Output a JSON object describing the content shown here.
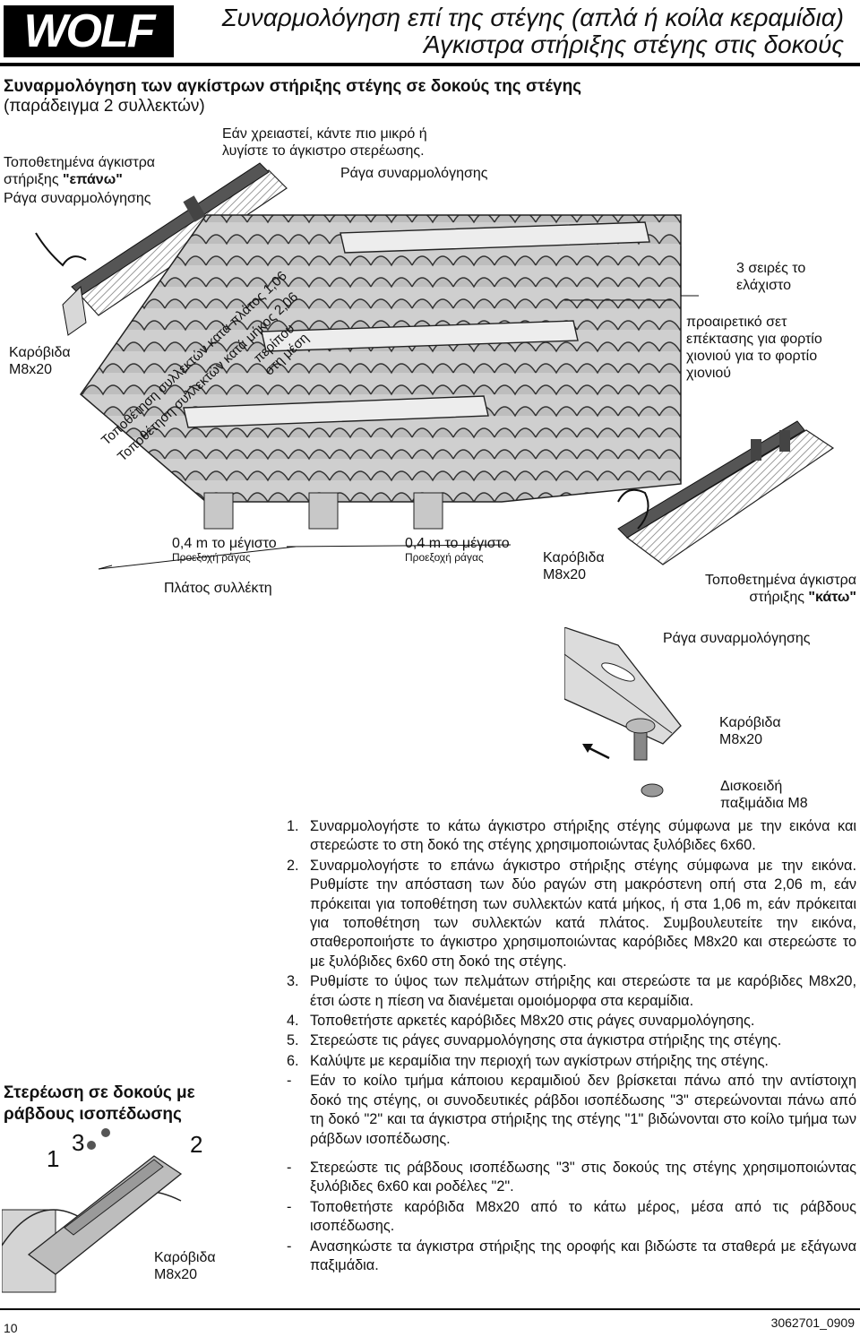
{
  "header": {
    "logo_text": "WOLF",
    "title_line1": "Συναρμολόγηση επί της στέγης (απλά ή κοίλα κεραμίδια)",
    "title_line2": "Άγκιστρα στήριξης στέγης στις δοκούς"
  },
  "section": {
    "heading": "Συναρμολόγηση των αγκίστρων στήριξης στέγης σε δοκούς της στέγης",
    "subheading": "(παράδειγμα 2 συλλεκτών)"
  },
  "figure": {
    "hint": "Εάν χρειαστεί, κάντε πιο μικρό ή λυγίστε το άγκιστρο στερέωσης.",
    "upper_hooks_pre": "Τοποθετημένα άγκιστρα στήριξης ",
    "upper_hooks_bold": "\"επάνω\"",
    "rail_left": "Ράγα συναρμολόγησης",
    "rail_top": "Ράγα συναρμολόγησης",
    "carriage_left": "Καρόβιδα M8x20",
    "rot_width": "Τοποθέτηση συλλεκτών κατά πλάτος 1,06",
    "rot_length": "Τοποθέτηση συλλεκτών κατά μήκος 2,06",
    "rot_approx": "περίπου",
    "rot_middle": "στη μέση",
    "rows_min": "3 σειρές το ελάχιστο",
    "snow_kit": "προαιρετικό σετ επέκτασης για φορτίο χιονιού για το φορτίο χιονιού",
    "max_left": "0,4 m το μέγιστο",
    "overhang_left": "Προεξοχή ράγας",
    "collector_width": "Πλάτος συλλέκτη",
    "max_right": "0,4 m το μέγιστο",
    "overhang_right": "Προεξοχή ράγας",
    "carriage_mid": "Καρόβιδα M8x20",
    "lower_hooks_pre": "Τοποθετημένα άγκιστρα στήριξης ",
    "lower_hooks_bold": "\"κάτω\"",
    "rail_detail": "Ράγα συναρμολόγησης",
    "carriage_detail": "Καρόβιδα M8x20",
    "nut": "Δισκοειδή παξιμάδια M8"
  },
  "steps": [
    {
      "n": "1.",
      "text": "Συναρμολογήστε το κάτω άγκιστρο στήριξης στέγης σύμφωνα με την εικόνα και στερεώστε το στη δοκό της στέγης χρησιμοποιώντας ξυλόβιδες 6x60."
    },
    {
      "n": "2.",
      "text": "Συναρμολογήστε το επάνω άγκιστρο στήριξης στέγης σύμφωνα με την εικόνα. Ρυθμίστε την απόσταση των δύο ραγών στη μακρόστενη οπή στα 2,06 m, εάν πρόκειται για τοποθέτηση των συλλεκτών κατά μήκος, ή στα 1,06 m, εάν πρόκειται για τοποθέτηση των συλλεκτών κατά πλάτος. Συμβουλευτείτε την εικόνα, σταθεροποιήστε το άγκιστρο χρησιμοποιώντας καρόβιδες M8x20 και στερεώστε το με ξυλόβιδες 6x60 στη δοκό της στέγης."
    },
    {
      "n": "3.",
      "text": "Ρυθμίστε το ύψος των πελμάτων στήριξης και στερεώστε τα με καρόβιδες M8x20, έτσι ώστε η πίεση να διανέμεται ομοιόμορφα στα κεραμίδια."
    },
    {
      "n": "4.",
      "text": "Τοποθετήστε αρκετές καρόβιδες M8x20 στις ράγες συναρμολόγησης."
    },
    {
      "n": "5.",
      "text": "Στερεώστε τις ράγες συναρμολόγησης στα άγκιστρα στήριξης της στέγης."
    },
    {
      "n": "6.",
      "text": "Καλύψτε με κεραμίδια την περιοχή των αγκίστρων στήριξης της στέγης."
    },
    {
      "n": "-",
      "text": "Εάν το κοίλο τμήμα κάποιου κεραμιδιού δεν βρίσκεται πάνω από την αντίστοιχη δοκό της στέγης, οι συνοδευτικές ράβδοι ισοπέδωσης \"3\" στερεώνονται πάνω από τη δοκό \"2\" και τα άγκιστρα στήριξης της στέγης \"1\" βιδώνονται στο κοίλο τμήμα των ράβδων ισοπέδωσης."
    },
    {
      "n": "-",
      "text": "Στερεώστε τις ράβδους ισοπέδωσης \"3\" στις δοκούς της στέγης χρησιμοποιώντας ξυλόβιδες 6x60 και ροδέλες \"2\"."
    },
    {
      "n": "-",
      "text": "Τοποθετήστε καρόβιδα M8x20 από το κάτω μέρος, μέσα από τις ράβδους ισοπέδωσης."
    },
    {
      "n": "-",
      "text": "Ανασηκώστε τα άγκιστρα στήριξης της οροφής και βιδώστε τα σταθερά με εξάγωνα παξιμάδια."
    }
  ],
  "side": {
    "heading": "Στερέωση σε δοκούς με ράβδους ισοπέδωσης",
    "n1": "1",
    "n2": "2",
    "n3": "3",
    "carriage": "Καρόβιδα M8x20"
  },
  "footer": {
    "page": "10",
    "code": "3062701_0909"
  }
}
